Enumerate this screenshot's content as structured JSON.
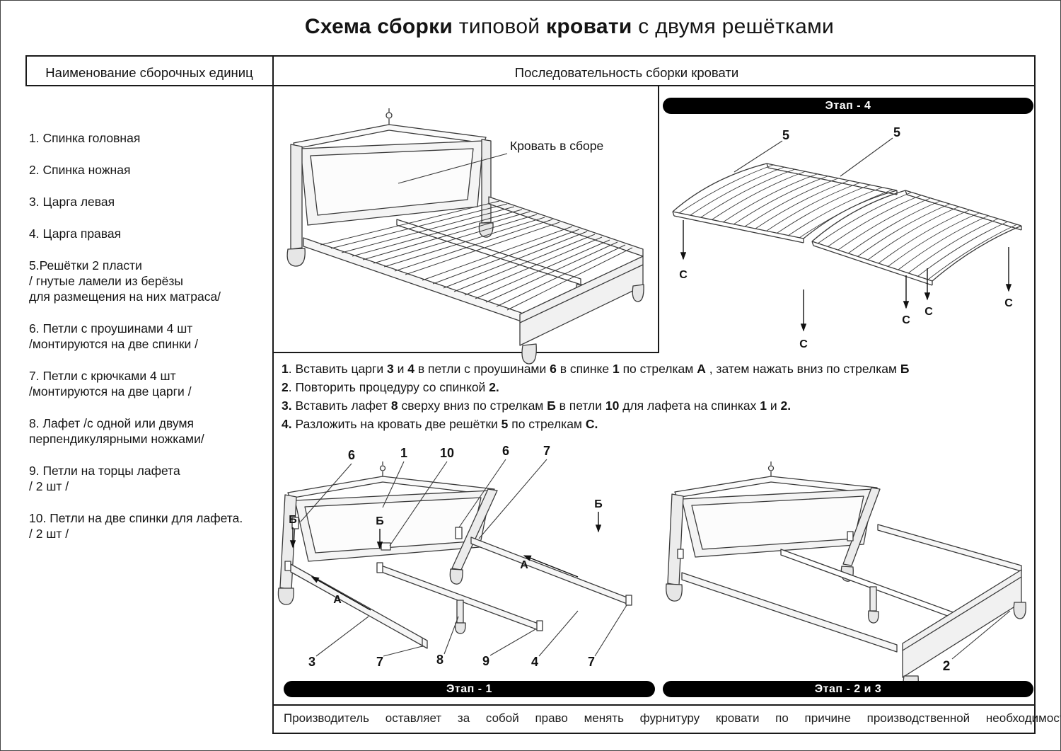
{
  "title": {
    "bold1": "Схема сборки",
    "regular1": " типовой ",
    "bold2": "кровати",
    "regular2": " с двумя решётками"
  },
  "table_headers": {
    "left": "Наименование  сборочных единиц",
    "right": "Последовательность сборки кровати"
  },
  "parts_list": [
    {
      "lines": [
        "1.   Спинка головная"
      ]
    },
    {
      "lines": [
        "2. Спинка ножная"
      ]
    },
    {
      "lines": [
        "3. Царга левая"
      ]
    },
    {
      "lines": [
        "4. Царга правая"
      ]
    },
    {
      "lines": [
        "5.Решётки  2 пласти",
        "/ гнутые ламели из берёзы",
        "для размещения на них матраса/"
      ]
    },
    {
      "lines": [
        "6. Петли с проушинами 4 шт",
        "/монтируются на две спинки /"
      ]
    },
    {
      "lines": [
        "7. Петли с крючками 4 шт",
        "/монтируются на две царги /"
      ]
    },
    {
      "lines": [
        "8. Лафет /с одной или двумя",
        "перпендикулярными ножками/"
      ]
    },
    {
      "lines": [
        "9. Петли на торцы лафета",
        "/ 2 шт /"
      ]
    },
    {
      "lines": [
        "10. Петли на две спинки для лафета.",
        "/ 2 шт /"
      ]
    }
  ],
  "assembled_label": "Кровать в сборе",
  "stage_bars": {
    "stage4": "Этап -  4",
    "stage1": "Этап - 1",
    "stage23": "Этап -  2 и 3"
  },
  "instructions": [
    {
      "segments": [
        {
          "b": true,
          "t": "1"
        },
        {
          "b": false,
          "t": ". Вставить царги "
        },
        {
          "b": true,
          "t": "3"
        },
        {
          "b": false,
          "t": " и "
        },
        {
          "b": true,
          "t": "4"
        },
        {
          "b": false,
          "t": " в петли с проушинами "
        },
        {
          "b": true,
          "t": "6"
        },
        {
          "b": false,
          "t": " в спинке "
        },
        {
          "b": true,
          "t": "1"
        },
        {
          "b": false,
          "t": " по стрелкам "
        },
        {
          "b": true,
          "t": "А"
        },
        {
          "b": false,
          "t": " , затем нажать вниз по стрелкам "
        },
        {
          "b": true,
          "t": "Б"
        }
      ]
    },
    {
      "segments": [
        {
          "b": true,
          "t": "2"
        },
        {
          "b": false,
          "t": ". Повторить процедуру со спинкой "
        },
        {
          "b": true,
          "t": "2."
        }
      ]
    },
    {
      "segments": [
        {
          "b": true,
          "t": "3."
        },
        {
          "b": false,
          "t": " Вставить лафет "
        },
        {
          "b": true,
          "t": "8"
        },
        {
          "b": false,
          "t": " сверху вниз по стрелкам "
        },
        {
          "b": true,
          "t": "Б"
        },
        {
          "b": false,
          "t": " в петли "
        },
        {
          "b": true,
          "t": "10"
        },
        {
          "b": false,
          "t": " для лафета на спинках "
        },
        {
          "b": true,
          "t": "1"
        },
        {
          "b": false,
          "t": " и "
        },
        {
          "b": true,
          "t": "2."
        }
      ]
    },
    {
      "segments": [
        {
          "b": true,
          "t": "4."
        },
        {
          "b": false,
          "t": " Разложить на кровать две решётки "
        },
        {
          "b": true,
          "t": "5"
        },
        {
          "b": false,
          "t": "  по стрелкам "
        },
        {
          "b": true,
          "t": "С."
        }
      ]
    }
  ],
  "diagram_labels": {
    "n1": "1",
    "n2": "2",
    "n3": "3",
    "n4": "4",
    "n5": "5",
    "n6": "6",
    "n7": "7",
    "n8": "8",
    "n9": "9",
    "n10": "10",
    "arrow_a": "А",
    "arrow_b": "Б",
    "arrow_c": "С"
  },
  "footer": "Производитель оставляет за собой право менять фурнитуру кровати по причине производственной необходимости",
  "colors": {
    "ink": "#1a1a1a",
    "bar_bg": "#000000",
    "bar_text": "#ffffff"
  }
}
